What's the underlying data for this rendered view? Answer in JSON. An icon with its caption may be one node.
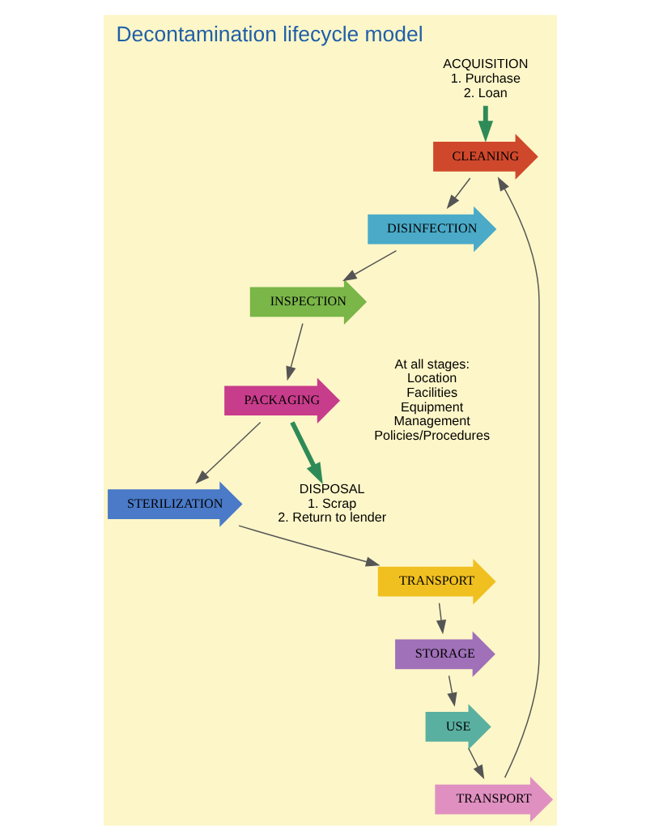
{
  "diagram": {
    "title": "Decontamination lifecycle model",
    "nodes": [
      {
        "text": [
          "ACQUISITION",
          "1. Purchase",
          "2. Loan"
        ]
      },
      {
        "text": [
          "CLEANING"
        ]
      },
      {
        "text": [
          "DISINFECTION"
        ]
      },
      {
        "text": [
          "INSPECTION"
        ]
      },
      {
        "text": [
          "PACKAGING"
        ]
      },
      {
        "text": [
          "STERILIZATION"
        ]
      },
      {
        "text": [
          "TRANSPORT"
        ]
      },
      {
        "text": [
          "STORAGE"
        ]
      },
      {
        "text": [
          "USE"
        ]
      },
      {
        "text": [
          "TRANSPORT"
        ]
      },
      {
        "text": [
          "DISPOSAL",
          "1. Scrap",
          "2. Return to lender"
        ]
      }
    ],
    "edges": [
      {
        "from": 0,
        "to": 1,
        "arrow": "to",
        "style": "thick",
        "color": "#2e8b57"
      },
      {
        "from": 1,
        "to": 2,
        "arrow": "to"
      },
      {
        "from": 2,
        "to": 3,
        "arrow": "to"
      },
      {
        "from": 3,
        "to": 4,
        "arrow": "to"
      },
      {
        "from": 4,
        "to": 5,
        "arrow": "to"
      },
      {
        "from": 5,
        "to": 6,
        "arrow": "to"
      },
      {
        "from": 6,
        "to": 7,
        "arrow": "to"
      },
      {
        "from": 7,
        "to": 8,
        "arrow": "to"
      },
      {
        "from": 8,
        "to": 9,
        "arrow": "to"
      },
      {
        "from": 9,
        "to": 1,
        "arrow": "to"
      },
      {
        "from": 4,
        "to": 10,
        "arrow": "to",
        "style": "thick",
        "color": "#2e8b57"
      }
    ],
    "labels": [
      "At all stages:",
      "Location",
      "Facilities",
      "Equipment",
      "Management",
      "Policies/Procedures"
    ]
  }
}
